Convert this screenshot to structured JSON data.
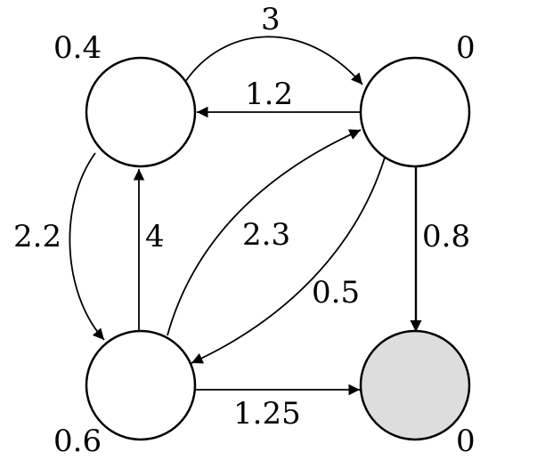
{
  "colors": {
    "node_fill": "#ffffff",
    "target_fill": "#dddddd",
    "stroke": "#000000"
  },
  "nodes": {
    "top_left": {
      "value": "0.4"
    },
    "top_right": {
      "value": "0"
    },
    "bottom_left": {
      "value": "0.6"
    },
    "bottom_right": {
      "value": "0",
      "shaded": true
    }
  },
  "edges": {
    "tl_to_tr": "3",
    "tr_to_tl": "1.2",
    "tl_to_bl": "2.2",
    "bl_to_tl": "4",
    "bl_to_tr": "2.3",
    "tr_to_bl": "0.5",
    "tr_to_br": "0.8",
    "bl_to_br": "1.25"
  }
}
